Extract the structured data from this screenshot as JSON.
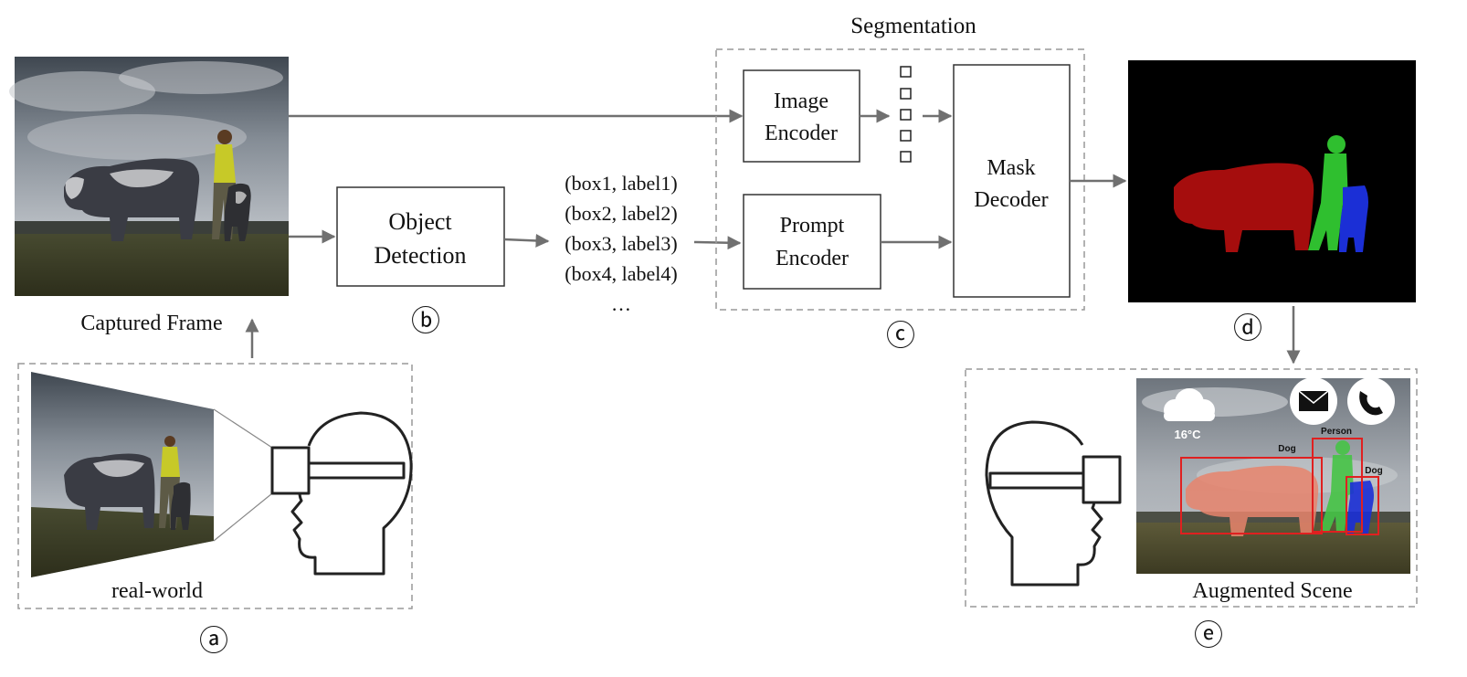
{
  "panels": {
    "captured_frame": {
      "caption": "Captured Frame"
    },
    "real_world": {
      "caption": "real-world"
    },
    "segmentation": {
      "title": "Segmentation",
      "image_encoder": [
        "Image",
        "Encoder"
      ],
      "prompt_encoder": [
        "Prompt",
        "Encoder"
      ],
      "mask_decoder": [
        "Mask",
        "Decoder"
      ]
    },
    "object_detection": {
      "label": [
        "Object",
        "Detection"
      ]
    },
    "detections": {
      "items": [
        "(box1, label1)",
        "(box2, label2)",
        "(box3, label3)",
        "(box4, label4)"
      ],
      "ellipsis": "…"
    },
    "augmented_scene": {
      "caption": "Augmented Scene",
      "temperature": "16°C",
      "tags": [
        "Dog",
        "Person",
        "Dog"
      ]
    }
  },
  "step_markers": [
    "ⓐ",
    "ⓑ",
    "ⓒ",
    "ⓓ",
    "ⓔ"
  ],
  "colors": {
    "arrow": "#707070",
    "dashed_border": "#999999",
    "mask_dog": "#a50d0d",
    "mask_person": "#2fbf2f",
    "mask_dog_small": "#1b2fd6",
    "bbox": "#e02020"
  }
}
